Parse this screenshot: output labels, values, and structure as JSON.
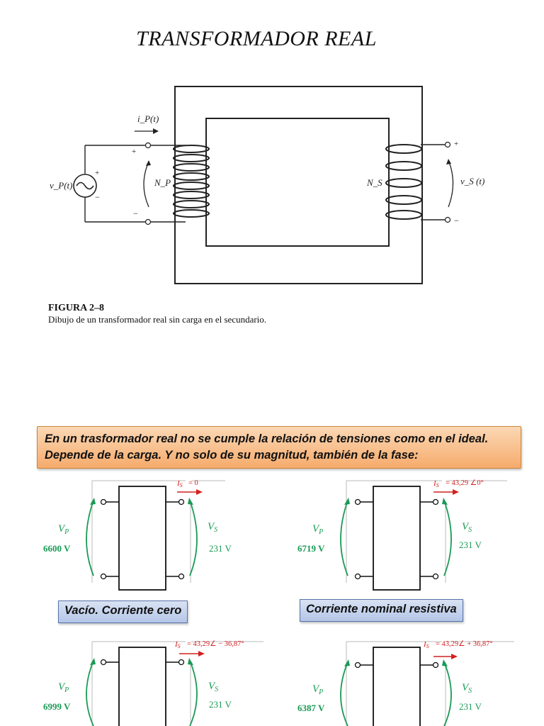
{
  "title": "TRANSFORMADOR  REAL",
  "figure": {
    "current_label": "i_P(t)",
    "source_label": "v_P(t)",
    "primary_turns": "N_P",
    "secondary_turns": "N_S",
    "secondary_voltage": "v_S (t)",
    "caption_title": "FIGURA 2–8",
    "caption_text": "Dibujo de un transformador real sin carga en el secundario."
  },
  "callout": "En un trasformador real no se cumple la relación  de tensiones  como en el ideal. Depende de la carga. Y no solo de su magnitud, también de la fase:",
  "cases": [
    {
      "is_value": "= 0",
      "vp_value": "6600 V",
      "vs_value": "231 V",
      "caption": "Vacío. Corriente cero"
    },
    {
      "is_value": "= 43,29 ∠0°",
      "vp_value": "6719 V",
      "vs_value": "231 V",
      "caption": "Corriente nominal resistiva"
    },
    {
      "is_value": "= 43,29∠ − 36,87°",
      "vp_value": "6999 V",
      "vs_value": "231 V",
      "caption": ""
    },
    {
      "is_value": "= 43,29∠ + 36,87°",
      "vp_value": "6387 V",
      "vs_value": "231 V",
      "caption": ""
    }
  ],
  "labels": {
    "vp": "V",
    "vp_sub": "P",
    "vs": "V",
    "vs_sub": "S",
    "is": "I",
    "is_sub": "S"
  },
  "colors": {
    "green": "#1a9a55",
    "red": "#d42020",
    "callout_border": "#c8853c",
    "caption_border": "#5a73a8"
  }
}
